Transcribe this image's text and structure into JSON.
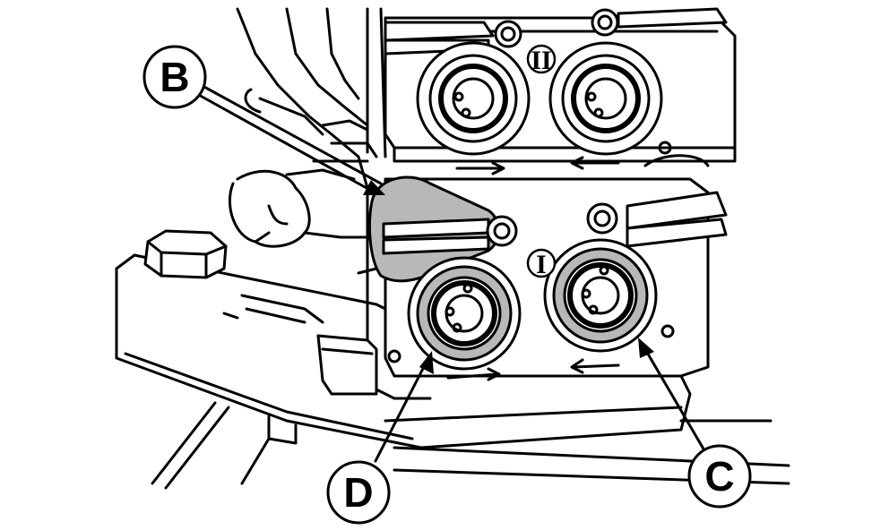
{
  "diagram": {
    "callouts": {
      "B": "B",
      "C": "C",
      "D": "D"
    },
    "section_marks": {
      "upper": "II",
      "lower": "I"
    },
    "colors": {
      "line": "#000000",
      "highlight": "#b8b8b8",
      "paper": "#ffffff"
    }
  }
}
